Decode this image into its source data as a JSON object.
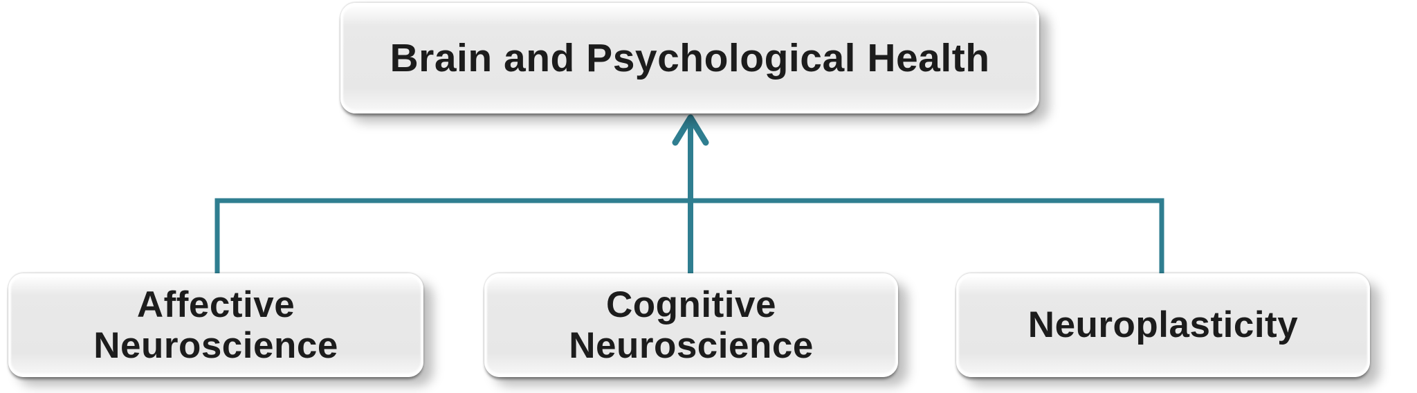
{
  "diagram": {
    "root": {
      "label": "Brain and Psychological Health"
    },
    "children": [
      {
        "label": "Affective Neuroscience"
      },
      {
        "label": "Cognitive Neuroscience"
      },
      {
        "label": "Neuroplasticity"
      }
    ],
    "relationship": "children-point-to-root"
  },
  "theme": {
    "connector_color": "#2F7E90",
    "text_color": "#1C1C1C",
    "box_fill": "#E9E9E9",
    "box_highlight": "#FFFFFF",
    "background": "#FFFFFF"
  }
}
